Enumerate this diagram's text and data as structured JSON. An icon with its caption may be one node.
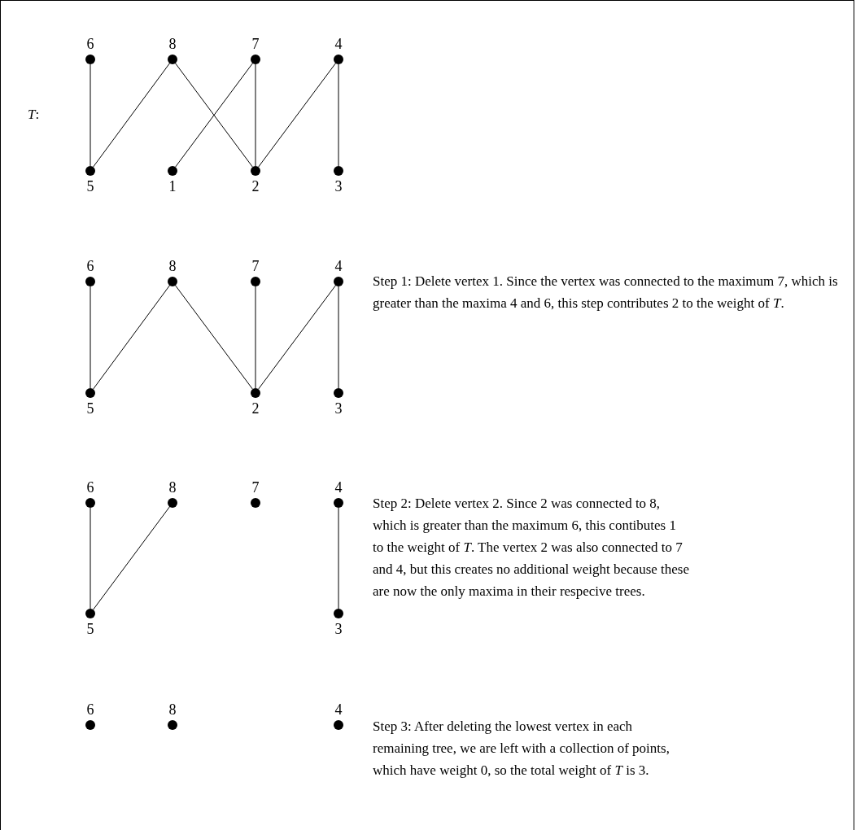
{
  "diagram": {
    "nodes": [
      {
        "text": [
          "6"
        ]
      },
      {
        "text": [
          "8"
        ]
      },
      {
        "text": [
          "7"
        ]
      },
      {
        "text": [
          "4"
        ]
      },
      {
        "text": [
          "5"
        ]
      },
      {
        "text": [
          "1"
        ]
      },
      {
        "text": [
          "2"
        ]
      },
      {
        "text": [
          "3"
        ]
      },
      {
        "text": [
          "6"
        ]
      },
      {
        "text": [
          "8"
        ]
      },
      {
        "text": [
          "7"
        ]
      },
      {
        "text": [
          "4"
        ]
      },
      {
        "text": [
          "5"
        ]
      },
      {
        "text": [
          "2"
        ]
      },
      {
        "text": [
          "3"
        ]
      },
      {
        "text": [
          "6"
        ]
      },
      {
        "text": [
          "8"
        ]
      },
      {
        "text": [
          "7"
        ]
      },
      {
        "text": [
          "4"
        ]
      },
      {
        "text": [
          "5"
        ]
      },
      {
        "text": [
          "3"
        ]
      },
      {
        "text": [
          "6"
        ]
      },
      {
        "text": [
          "8"
        ]
      },
      {
        "text": [
          "4"
        ]
      }
    ],
    "edges": [
      {
        "from": 0,
        "to": 4,
        "arrow": "none"
      },
      {
        "from": 1,
        "to": 4,
        "arrow": "none"
      },
      {
        "from": 1,
        "to": 6,
        "arrow": "none"
      },
      {
        "from": 2,
        "to": 5,
        "arrow": "none"
      },
      {
        "from": 2,
        "to": 6,
        "arrow": "none"
      },
      {
        "from": 3,
        "to": 6,
        "arrow": "none"
      },
      {
        "from": 3,
        "to": 7,
        "arrow": "none"
      },
      {
        "from": 8,
        "to": 12,
        "arrow": "none"
      },
      {
        "from": 9,
        "to": 12,
        "arrow": "none"
      },
      {
        "from": 9,
        "to": 13,
        "arrow": "none"
      },
      {
        "from": 10,
        "to": 13,
        "arrow": "none"
      },
      {
        "from": 11,
        "to": 13,
        "arrow": "none"
      },
      {
        "from": 11,
        "to": 14,
        "arrow": "none"
      },
      {
        "from": 15,
        "to": 19,
        "arrow": "none"
      },
      {
        "from": 16,
        "to": 19,
        "arrow": "none"
      },
      {
        "from": 18,
        "to": 20,
        "arrow": "none"
      }
    ],
    "labels": [
      "*T*:",
      "Step 1: Delete vertex 1. Since the vertex was connected to the maximum 7, which is greater than the maxima 4 and 6, this step contributes 2 to the weight of *T*.",
      "Step 2: Delete vertex 2. Since 2 was connected to 8, which is greater than the maximum 6, this contibutes 1 to the weight of *T*. The vertex 2 was also connected to 7 and 4, but this creates no additional weight because these are now the only maxima in their respecive trees.",
      "Step 3: After deleting the lowest vertex in each remaining tree, we are left with a collection of points, which have weight 0, so the total weight of *T* is 3."
    ]
  }
}
